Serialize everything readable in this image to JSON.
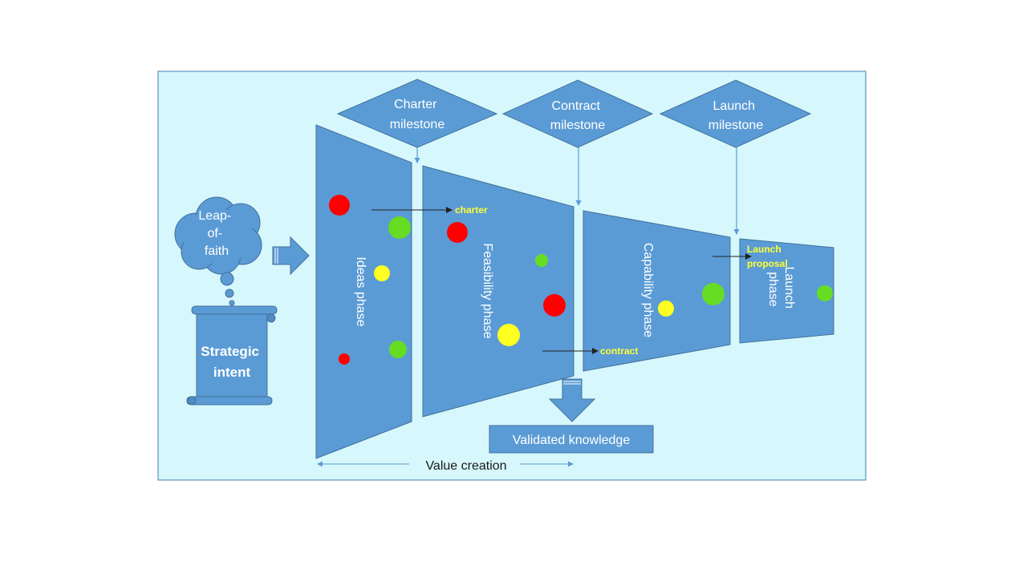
{
  "colors": {
    "panel_bg": "#d6f7fb",
    "panel_border": "#3d7fb0",
    "shape_fill": "#5b9bd5",
    "shape_stroke": "#41719c",
    "text_white": "#ffffff",
    "text_dark": "#1a1a1a",
    "label_yellow": "#ffff33",
    "dot_red": "#ff0000",
    "dot_green": "#66dd22",
    "dot_yellow": "#ffff22"
  },
  "milestones": {
    "charter": [
      "Charter",
      "milestone"
    ],
    "contract": [
      "Contract",
      "milestone"
    ],
    "launch": [
      "Launch",
      "milestone"
    ]
  },
  "cloud": {
    "lines": [
      "Leap-",
      "of-",
      "faith"
    ]
  },
  "scroll": {
    "lines": [
      "Strategic",
      "intent"
    ]
  },
  "phases": {
    "ideas": "Ideas phase",
    "feasibility": "Feasibility phase",
    "capability": "Capability phase",
    "launch": [
      "Launch",
      "phase"
    ]
  },
  "labels": {
    "charter": "charter",
    "contract": "contract",
    "launch_proposal": [
      "Launch",
      "proposal"
    ]
  },
  "validated_knowledge": "Validated knowledge",
  "value_creation": "Value creation",
  "dots": [
    {
      "color": "red",
      "phase": "ideas"
    },
    {
      "color": "green",
      "phase": "ideas"
    },
    {
      "color": "yellow",
      "phase": "ideas"
    },
    {
      "color": "red",
      "phase": "ideas"
    },
    {
      "color": "green",
      "phase": "ideas"
    },
    {
      "color": "red",
      "phase": "feasibility"
    },
    {
      "color": "green",
      "phase": "feasibility"
    },
    {
      "color": "red",
      "phase": "feasibility"
    },
    {
      "color": "yellow",
      "phase": "feasibility"
    },
    {
      "color": "yellow",
      "phase": "capability"
    },
    {
      "color": "green",
      "phase": "capability"
    },
    {
      "color": "green",
      "phase": "launch"
    }
  ]
}
